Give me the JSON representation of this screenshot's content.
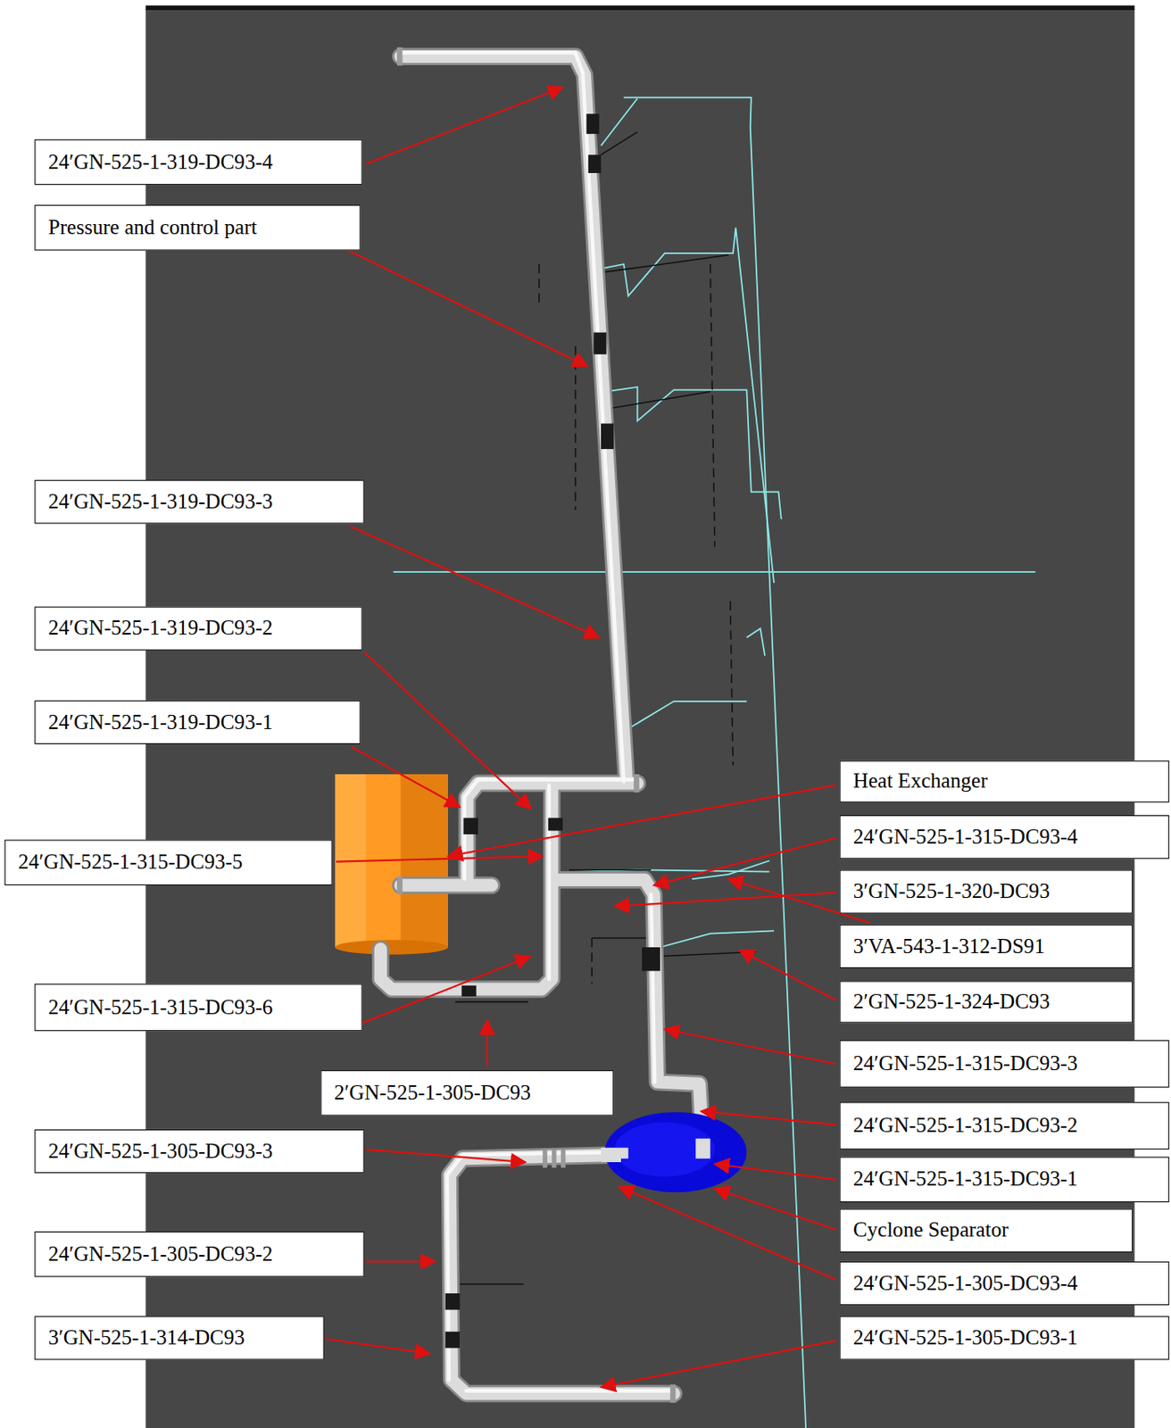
{
  "diagram": {
    "nodes": [
      {
        "text": [
          "24′GN-525-1-319-DC93-4"
        ]
      },
      {
        "text": [
          "Pressure and control part"
        ]
      },
      {
        "text": [
          "24′GN-525-1-319-DC93-3"
        ]
      },
      {
        "text": [
          "24′GN-525-1-319-DC93-2"
        ]
      },
      {
        "text": [
          "24′GN-525-1-319-DC93-1"
        ]
      },
      {
        "text": [
          "Heat Exchanger"
        ]
      },
      {
        "text": [
          "24′GN-525-1-315-DC93-4"
        ]
      },
      {
        "text": [
          "24′GN-525-1-315-DC93-5"
        ]
      },
      {
        "text": [
          "3′GN-525-1-320-DC93"
        ]
      },
      {
        "text": [
          "3′VA-543-1-312-DS91"
        ]
      },
      {
        "text": [
          "24′GN-525-1-315-DC93-6"
        ]
      },
      {
        "text": [
          "2′GN-525-1-324-DC93"
        ]
      },
      {
        "text": [
          "24′GN-525-1-315-DC93-3"
        ]
      },
      {
        "text": [
          "2′GN-525-1-305-DC93"
        ]
      },
      {
        "text": [
          "24′GN-525-1-315-DC93-2"
        ]
      },
      {
        "text": [
          "24′GN-525-1-305-DC93-3"
        ]
      },
      {
        "text": [
          "24′GN-525-1-315-DC93-1"
        ]
      },
      {
        "text": [
          "Cyclone Separator"
        ]
      },
      {
        "text": [
          "24′GN-525-1-305-DC93-2"
        ]
      },
      {
        "text": [
          "24′GN-525-1-305-DC93-4"
        ]
      },
      {
        "text": [
          "3′GN-525-1-314-DC93"
        ]
      },
      {
        "text": [
          "24′GN-525-1-305-DC93-1"
        ]
      }
    ]
  }
}
